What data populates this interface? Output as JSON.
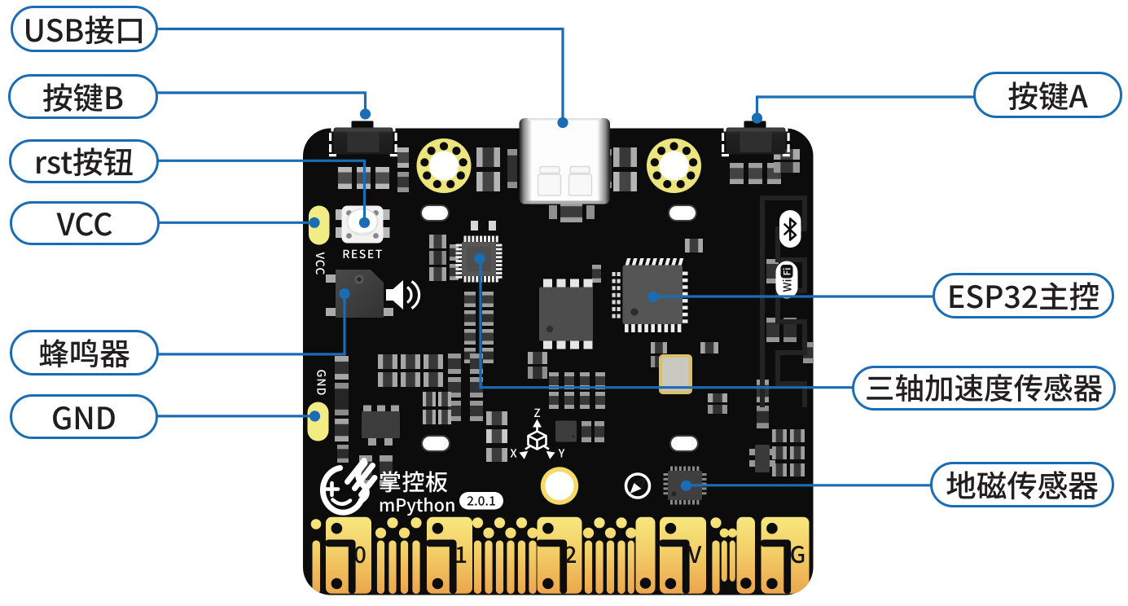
{
  "page": {
    "background": "#ffffff",
    "accent_blue": "#1a6db5"
  },
  "callouts": [
    {
      "id": "usb-port",
      "label": "USB接口",
      "side": "left"
    },
    {
      "id": "button-b",
      "label": "按键B",
      "side": "left"
    },
    {
      "id": "rst-button",
      "label": "rst按钮",
      "side": "left"
    },
    {
      "id": "vcc",
      "label": "VCC",
      "side": "left"
    },
    {
      "id": "buzzer",
      "label": "蜂鸣器",
      "side": "left"
    },
    {
      "id": "gnd",
      "label": "GND",
      "side": "left"
    },
    {
      "id": "button-a",
      "label": "按键A",
      "side": "right"
    },
    {
      "id": "esp32",
      "label": "ESP32主控",
      "side": "right"
    },
    {
      "id": "accelerometer",
      "label": "三轴加速度传感器",
      "side": "right"
    },
    {
      "id": "magnetometer",
      "label": "地磁传感器",
      "side": "right"
    }
  ],
  "board": {
    "silkscreen": {
      "reset": "RESET",
      "vcc": "VCC",
      "gnd": "GND",
      "axis_x": "X",
      "axis_y": "Y",
      "axis_z": "Z",
      "wifi_wi": "Wi",
      "wifi_fi": "Fi"
    },
    "logo": {
      "title": "掌控板",
      "subtitle": "mPython",
      "version": "2.0.1"
    },
    "edge_pads": [
      "0",
      "1",
      "2",
      "V",
      "G"
    ],
    "icons": [
      "bluetooth-icon",
      "wifi-icon",
      "speaker-icon",
      "compass-icon",
      "axes-icon",
      "hand-logo-icon"
    ],
    "colors": {
      "pcb": "#0c0c0c",
      "gold_top": "#f6e47d",
      "gold_bottom": "#eca94e",
      "pad_yellow": "#f2ec85",
      "ring_yellow": "#ece57d"
    }
  }
}
